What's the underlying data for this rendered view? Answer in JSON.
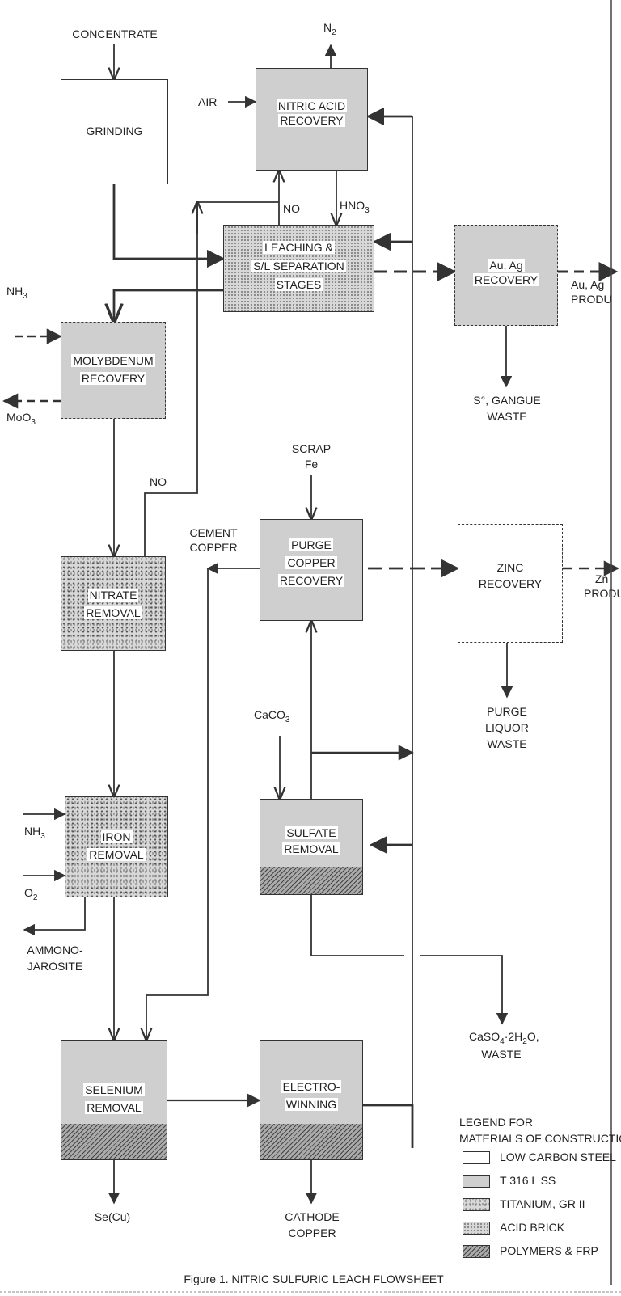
{
  "inputs": {
    "concentrate": "CONCENTRATE",
    "n2": "N",
    "n2_sub": "2",
    "air": "AIR",
    "no_top": "NO",
    "hno3": "HNO",
    "hno3_sub": "3",
    "nh3_moly": "NH",
    "nh3_moly_sub": "3",
    "moo3": "MoO",
    "moo3_sub": "3",
    "no_mid": "NO",
    "scrap": "SCRAP",
    "fe": "Fe",
    "cement": "CEMENT",
    "copper": "COPPER",
    "caco3": "CaCO",
    "caco3_sub": "3",
    "nh3_iron": "NH",
    "nh3_iron_sub": "3",
    "o2": "O",
    "o2_sub": "2"
  },
  "boxes": {
    "grinding": "GRINDING",
    "nitric_1": "NITRIC ACID",
    "nitric_2": "RECOVERY",
    "leach_1": "LEACHING &",
    "leach_2": "S/L SEPARATION",
    "leach_3": "STAGES",
    "auag_1": "Au, Ag",
    "auag_2": "RECOVERY",
    "moly_1": "MOLYBDENUM",
    "moly_2": "RECOVERY",
    "nitrate_1": "NITRATE",
    "nitrate_2": "REMOVAL",
    "purge_1": "PURGE",
    "purge_2": "COPPER",
    "purge_3": "RECOVERY",
    "zinc_1": "ZINC",
    "zinc_2": "RECOVERY",
    "iron_1": "IRON",
    "iron_2": "REMOVAL",
    "sulfate_1": "SULFATE",
    "sulfate_2": "REMOVAL",
    "selenium_1": "SELENIUM",
    "selenium_2": "REMOVAL",
    "electro_1": "ELECTRO-",
    "electro_2": "WINNING"
  },
  "outputs": {
    "auag_prod_1": "Au, Ag",
    "auag_prod_2": "PRODU",
    "s0_gangue": "S°, GANGUE",
    "waste_1": "WASTE",
    "zn_1": "Zn",
    "zn_2": "PRODU",
    "purge_liquor_1": "PURGE",
    "purge_liquor_2": "LIQUOR",
    "purge_liquor_3": "WASTE",
    "ammono_1": "AMMONO-",
    "ammono_2": "JAROSITE",
    "caso4": "CaSO",
    "caso4_sub": "4",
    "caso4_mid": "·2H",
    "caso4_sub2": "2",
    "caso4_end": "O,",
    "caso4_waste": "WASTE",
    "se_cu": "Se(Cu)",
    "cathode_1": "CATHODE",
    "cathode_2": "COPPER"
  },
  "legend": {
    "title_1": "LEGEND FOR",
    "title_2": "MATERIALS OF CONSTRUCTIO",
    "items": [
      "LOW CARBON STEEL",
      "T 316 L SS",
      "TITANIUM, GR II",
      "ACID BRICK",
      "POLYMERS & FRP"
    ]
  },
  "caption": "Figure 1.    NITRIC SULFURIC LEACH FLOWSHEET",
  "colors": {
    "line": "#333333",
    "ss316": "#cfcfcf"
  }
}
